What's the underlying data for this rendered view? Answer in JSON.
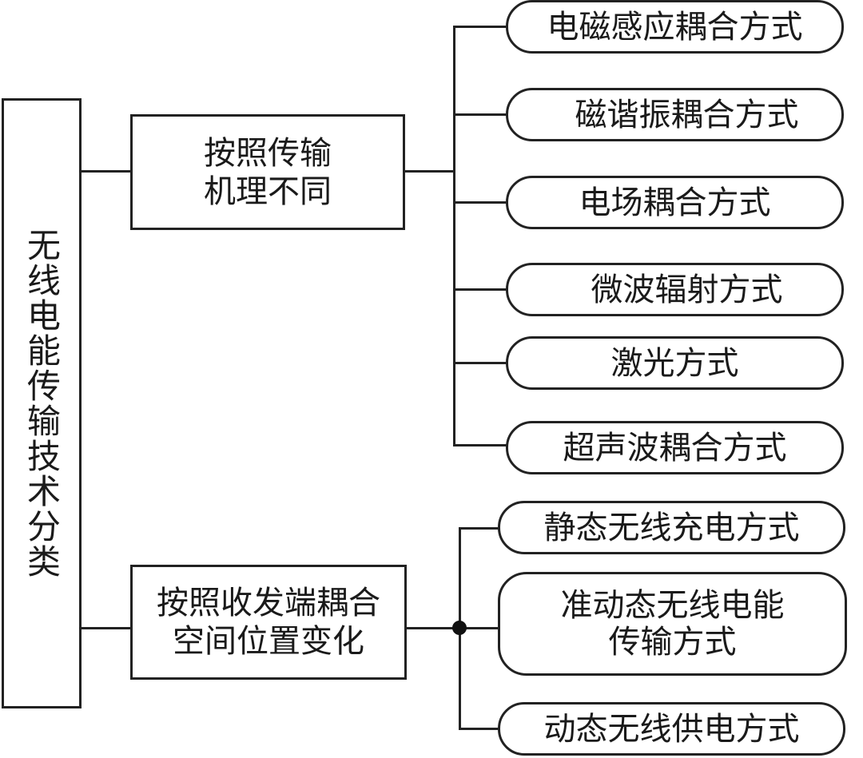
{
  "diagram": {
    "root": {
      "label": "无线电能传输技术分类"
    },
    "branches": [
      {
        "label": "按照传输\n机理不同",
        "children": [
          {
            "label": "电磁感应耦合方式"
          },
          {
            "label": "磁谐振耦合方式"
          },
          {
            "label": "电场耦合方式"
          },
          {
            "label": "微波辐射方式"
          },
          {
            "label": "激光方式"
          },
          {
            "label": "超声波耦合方式"
          }
        ]
      },
      {
        "label": "按照收发端耦合\n空间位置变化",
        "children": [
          {
            "label": "静态无线充电方式"
          },
          {
            "label": "准动态无线电能\n传输方式"
          },
          {
            "label": "动态无线供电方式"
          }
        ]
      }
    ]
  }
}
